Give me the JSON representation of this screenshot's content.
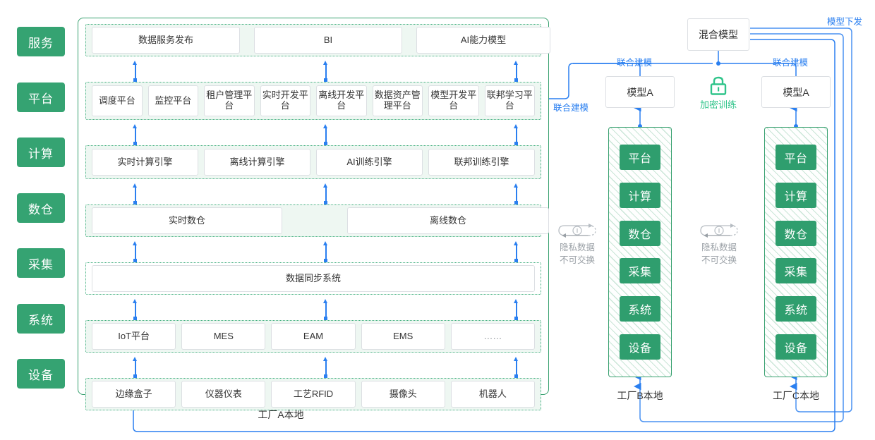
{
  "stages": [
    {
      "label": "服务"
    },
    {
      "label": "平台"
    },
    {
      "label": "计算"
    },
    {
      "label": "数仓"
    },
    {
      "label": "采集"
    },
    {
      "label": "系统"
    },
    {
      "label": "设备"
    }
  ],
  "factory_a": {
    "caption": "工厂A本地",
    "rows": {
      "service": [
        "数据服务发布",
        "BI",
        "AI能力模型"
      ],
      "platform": [
        "调度平台",
        "监控平台",
        "租户管理平台",
        "实时开发平台",
        "离线开发平台",
        "数据资产管理平台",
        "模型开发平台",
        "联邦学习平台"
      ],
      "compute": [
        "实时计算引擎",
        "离线计算引擎",
        "AI训练引擎",
        "联邦训练引擎"
      ],
      "warehouse": [
        "实时数仓",
        "离线数仓"
      ],
      "collect": [
        "数据同步系统"
      ],
      "system": [
        "IoT平台",
        "MES",
        "EAM",
        "EMS",
        "……"
      ],
      "device": [
        "边缘盒子",
        "仪器仪表",
        "工艺RFID",
        "摄像头",
        "机器人"
      ]
    }
  },
  "factory_b": {
    "caption": "工厂B本地",
    "model_label": "模型A",
    "stack": [
      "平台",
      "计算",
      "数仓",
      "采集",
      "系统",
      "设备"
    ]
  },
  "factory_c": {
    "caption": "工厂C本地",
    "model_label": "模型A",
    "stack": [
      "平台",
      "计算",
      "数仓",
      "采集",
      "系统",
      "设备"
    ]
  },
  "hybrid_model": {
    "label": "混合模型"
  },
  "encryption": {
    "label": "加密训练",
    "icon": "lock-icon"
  },
  "privacy_notes": [
    {
      "line1": "隐私数据",
      "line2": "不可交换",
      "icon": "no-exchange-icon"
    },
    {
      "line1": "隐私数据",
      "line2": "不可交换",
      "icon": "no-exchange-icon"
    }
  ],
  "wire_labels": {
    "joint_modeling_a": "联合建模",
    "joint_modeling_b": "联合建模",
    "joint_modeling_c": "联合建模",
    "model_distribute": "模型下发"
  },
  "colors": {
    "green": "#35a372",
    "green_dark": "#2f9e6e",
    "band_border": "#3fae7d",
    "band_fill": "#eef7f2",
    "blue": "#2a7ff0",
    "blue_light": "#5a9cf5",
    "grey_text": "#9aa0a6",
    "enc_green": "#2fc48a"
  }
}
